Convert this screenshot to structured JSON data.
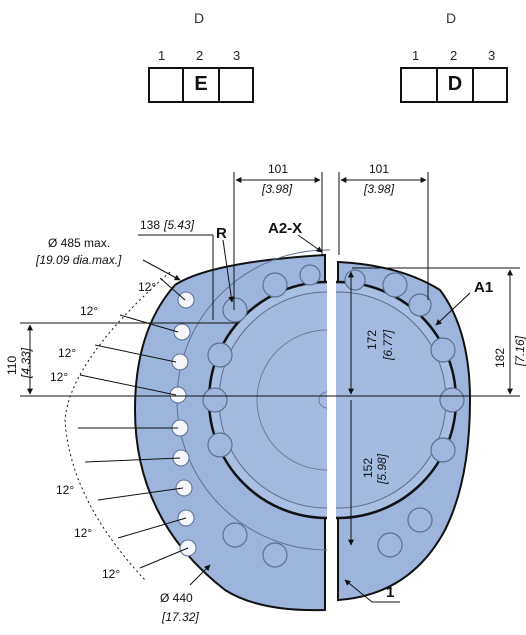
{
  "codes": [
    {
      "top_letter": "D",
      "positions": [
        "1",
        "2",
        "3"
      ],
      "box_letter": "E"
    },
    {
      "top_letter": "D",
      "positions": [
        "1",
        "2",
        "3"
      ],
      "box_letter": "D"
    }
  ],
  "drawing": {
    "labels": {
      "dim_101_left": "101",
      "dim_101_left_in": "[3.98]",
      "dim_101_right": "101",
      "dim_101_right_in": "[3.98]",
      "dim_138": "138",
      "dim_138_in": "[5.43]",
      "label_R": "R",
      "label_A2X": "A2-X",
      "label_A1": "A1",
      "dia_485": "Ø 485 max.",
      "dia_485_in": "[19.09 dia.max.]",
      "dim_110": "110",
      "dim_110_in": "[4.33]",
      "dim_172": "172",
      "dim_172_in": "[6.77]",
      "dim_182": "182",
      "dim_182_in": "[7.16]",
      "dim_152": "152",
      "dim_152_in": "[5.98]",
      "angle": "12°",
      "dia_440": "Ø 440",
      "dia_440_in": "[17.32]",
      "label_1": "1"
    },
    "colors": {
      "body_fill": "#9db4dc",
      "body_shadow": "#7f97c4",
      "line": "#111111",
      "hole_fill": "#f4f6fb"
    }
  }
}
